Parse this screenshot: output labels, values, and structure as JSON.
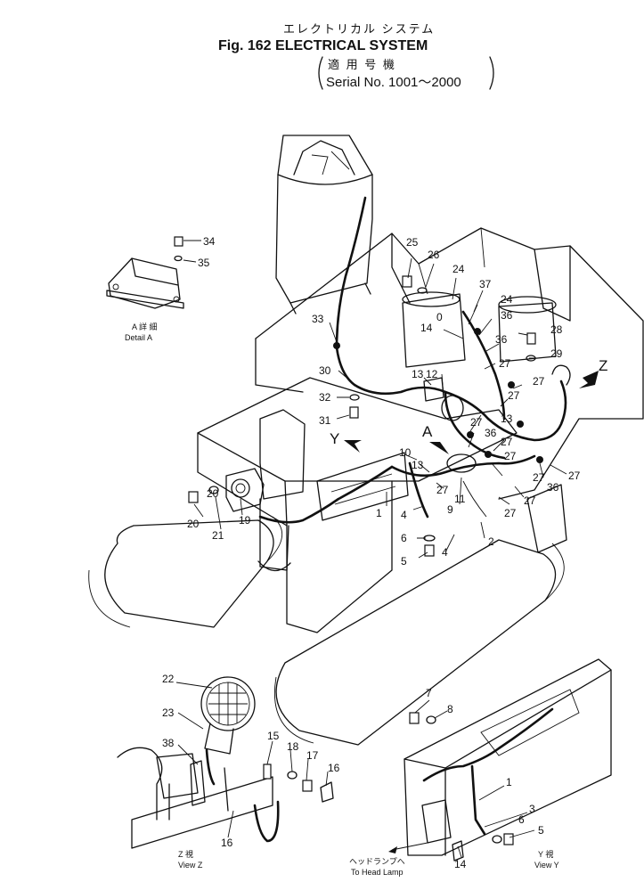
{
  "header": {
    "japanese_title": "エレクトリカル システム",
    "figure_title": "Fig. 162 ELECTRICAL SYSTEM",
    "applicable_jp": "適 用 号 機",
    "serial_range": "Serial No. 1001～2000"
  },
  "callouts": {
    "n1": "1",
    "n2": "2",
    "n3": "3",
    "n4": "4",
    "n5": "5",
    "n6": "6",
    "n7": "7",
    "n8": "8",
    "n9": "9",
    "n10": "10",
    "n11": "11",
    "n12": "12",
    "n13": "13",
    "n14": "14",
    "n15": "15",
    "n16": "16",
    "n17": "17",
    "n18": "18",
    "n19": "19",
    "n20": "20",
    "n21": "21",
    "n22": "22",
    "n23": "23",
    "n24": "24",
    "n25": "25",
    "n26": "26",
    "n27": "27",
    "n28": "28",
    "n29": "29",
    "n30": "30",
    "n31": "31",
    "n32": "32",
    "n33": "33",
    "n34": "34",
    "n35": "35",
    "n36": "36",
    "n37": "37",
    "n38": "38",
    "n0": "0"
  },
  "view_markers": {
    "a": "A",
    "y": "Y",
    "z": "Z"
  },
  "captions": {
    "detail_a_jp": "A 詳 細",
    "detail_a_en": "Detail A",
    "view_z_jp": "Z 視",
    "view_z_en": "View Z",
    "view_y_jp": "Y 視",
    "view_y_en": "View Y",
    "head_lamp_jp": "ヘッドランプへ",
    "head_lamp_en": "To Head Lamp"
  }
}
